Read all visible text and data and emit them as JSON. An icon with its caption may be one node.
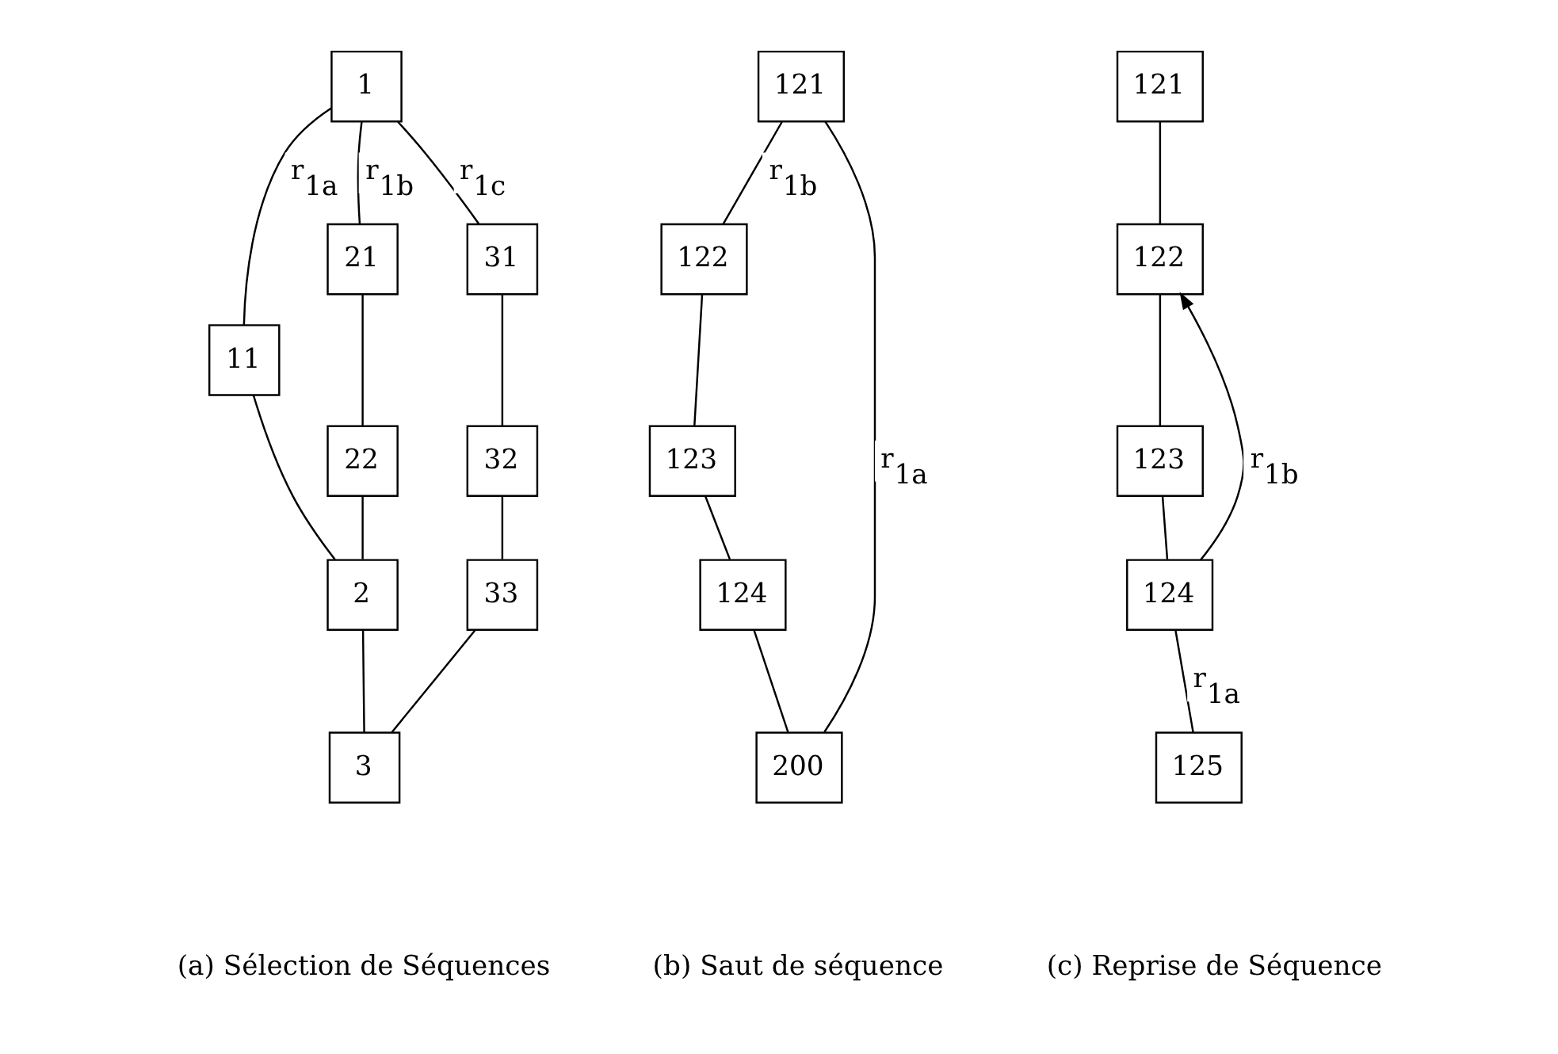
{
  "diagram": {
    "nodes": [
      {
        "text": [
          "1"
        ]
      },
      {
        "text": [
          "11"
        ]
      },
      {
        "text": [
          "21"
        ]
      },
      {
        "text": [
          "31"
        ]
      },
      {
        "text": [
          "22"
        ]
      },
      {
        "text": [
          "32"
        ]
      },
      {
        "text": [
          "33"
        ]
      },
      {
        "text": [
          "2"
        ]
      },
      {
        "text": [
          "3"
        ]
      },
      {
        "text": [
          "121"
        ]
      },
      {
        "text": [
          "122"
        ]
      },
      {
        "text": [
          "123"
        ]
      },
      {
        "text": [
          "124"
        ]
      },
      {
        "text": [
          "200"
        ]
      },
      {
        "text": [
          "121"
        ]
      },
      {
        "text": [
          "122"
        ]
      },
      {
        "text": [
          "123"
        ]
      },
      {
        "text": [
          "124"
        ]
      },
      {
        "text": [
          "125"
        ]
      }
    ],
    "edges": [
      {
        "from": 0,
        "to": 1,
        "arrow": "none",
        "label": "r$_{1a}$"
      },
      {
        "from": 0,
        "to": 2,
        "arrow": "none",
        "label": "r$_{1b}$"
      },
      {
        "from": 0,
        "to": 3,
        "arrow": "none",
        "label": "r$_{1c}$"
      },
      {
        "from": 1,
        "to": 7,
        "arrow": "none"
      },
      {
        "from": 2,
        "to": 4,
        "arrow": "none"
      },
      {
        "from": 4,
        "to": 7,
        "arrow": "none"
      },
      {
        "from": 3,
        "to": 5,
        "arrow": "none"
      },
      {
        "from": 5,
        "to": 6,
        "arrow": "none"
      },
      {
        "from": 7,
        "to": 8,
        "arrow": "none"
      },
      {
        "from": 6,
        "to": 8,
        "arrow": "none"
      },
      {
        "from": 9,
        "to": 13,
        "arrow": "none",
        "label": "r$_{1a}$"
      },
      {
        "from": 9,
        "to": 10,
        "arrow": "none",
        "label": "r$_{1b}$"
      },
      {
        "from": 10,
        "to": 11,
        "arrow": "none"
      },
      {
        "from": 11,
        "to": 12,
        "arrow": "none"
      },
      {
        "from": 12,
        "to": 13,
        "arrow": "none"
      },
      {
        "from": 14,
        "to": 15,
        "arrow": "none"
      },
      {
        "from": 15,
        "to": 16,
        "arrow": "none"
      },
      {
        "from": 16,
        "to": 17,
        "arrow": "none"
      },
      {
        "from": 17,
        "to": 15,
        "arrow": "to",
        "label": "r$_{1b}$"
      },
      {
        "from": 17,
        "to": 18,
        "arrow": "none",
        "label": "r$_{1a}$"
      }
    ],
    "labels": [
      "(a) Sélection de Séquences",
      "(b) Saut de séquence",
      "(c) Reprise de Séquence"
    ]
  }
}
